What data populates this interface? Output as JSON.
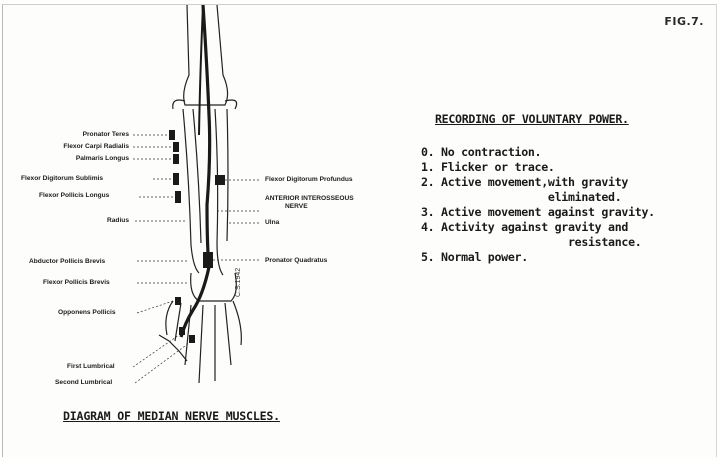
{
  "figure_label": "FIG.7.",
  "recording": {
    "title": "RECORDING OF VOLUNTARY POWER.",
    "items": [
      "0. No contraction.",
      "1. Flicker or trace.",
      "2. Active movement,with gravity",
      "                   eliminated.",
      "3. Active movement against gravity.",
      "4. Activity against gravity and",
      "                      resistance.",
      "5. Normal power."
    ]
  },
  "diagram": {
    "title": "DIAGRAM OF MEDIAN NERVE MUSCLES.",
    "signature": "C.S.1942",
    "left_labels": {
      "pronator_teres": "Pronator Teres",
      "flexor_carpi_radialis": "Flexor Carpi Radialis",
      "palmaris_longus": "Palmaris Longus",
      "flexor_digitorum_sublimis": "Flexor Digitorum Sublimis",
      "flexor_pollicis_longus": "Flexor Pollicis Longus",
      "radius": "Radius",
      "abductor_pollicis_brevis": "Abductor Pollicis Brevis",
      "flexor_pollicis_brevis": "Flexor Pollicis Brevis",
      "opponens_pollicis": "Opponens Pollicis",
      "first_lumbrical": "First Lumbrical",
      "second_lumbrical": "Second Lumbrical"
    },
    "right_labels": {
      "flexor_digitorum_profundus": "Flexor Digitorum Profundus",
      "anterior_interosseous_1": "ANTERIOR INTEROSSEOUS",
      "anterior_interosseous_2": "NERVE",
      "ulna": "Ulna",
      "pronator_quadratus": "Pronator Quadratus"
    }
  }
}
